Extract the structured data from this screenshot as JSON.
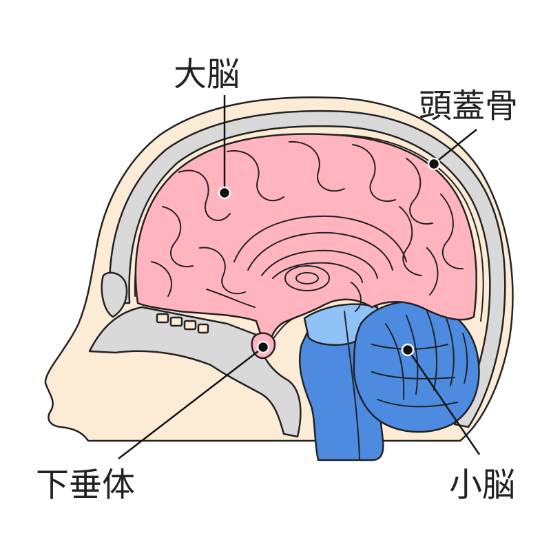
{
  "labels": {
    "cerebrum": "大脳",
    "skull": "頭蓋骨",
    "pituitary": "下垂体",
    "cerebellum": "小脳"
  },
  "colors": {
    "skin": "#FCEBD5",
    "bone": "#D9D9D9",
    "cerebrum": "#FFB4BE",
    "brainstem": "#4C8BE0",
    "midbrain": "#8FC2F6",
    "outline": "#222222"
  }
}
